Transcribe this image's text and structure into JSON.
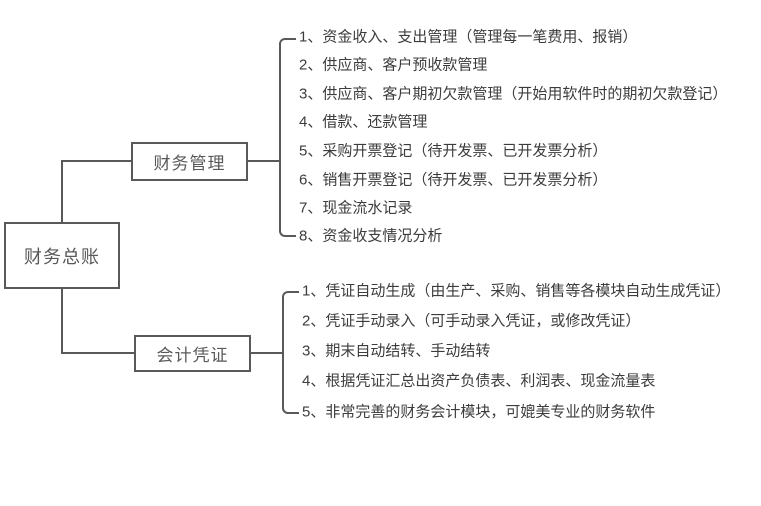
{
  "diagram": {
    "title_hint": "财务总账功能结构图",
    "root": {
      "label": "财务总账"
    },
    "branches": [
      {
        "label": "财务管理",
        "items": [
          "1、资金收入、支出管理（管理每一笔费用、报销）",
          "2、供应商、客户预收款管理",
          "3、供应商、客户期初欠款管理（开始用软件时的期初欠款登记）",
          "4、借款、还款管理",
          "5、采购开票登记（待开发票、已开发票分析）",
          "6、销售开票登记（待开发票、已开发票分析）",
          "7、现金流水记录",
          "8、资金收支情况分析"
        ]
      },
      {
        "label": "会计凭证",
        "items": [
          "1、凭证自动生成（由生产、采购、销售等各模块自动生成凭证）",
          "2、凭证手动录入（可手动录入凭证，或修改凭证）",
          "3、期末自动结转、手动结转",
          "4、根据凭证汇总出资产负债表、利润表、现金流量表",
          "5、非常完善的财务会计模块，可媲美专业的财务软件"
        ]
      }
    ],
    "colors": {
      "line": "#595959",
      "node_text": "#595959",
      "item_text": "#3c3c3c",
      "background": "#ffffff"
    }
  }
}
